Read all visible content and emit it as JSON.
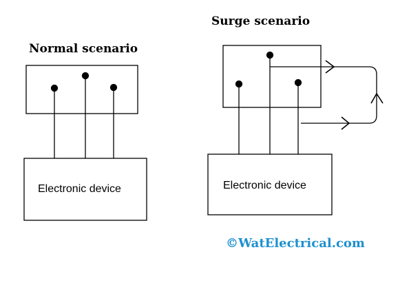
{
  "normal": {
    "title": "Normal scenario",
    "device_label": "Electronic device"
  },
  "surge": {
    "title": "Surge scenario",
    "device_label": "Electronic device"
  },
  "watermark": {
    "text": "©WatElectrical.com",
    "color": "#1e90d0"
  }
}
